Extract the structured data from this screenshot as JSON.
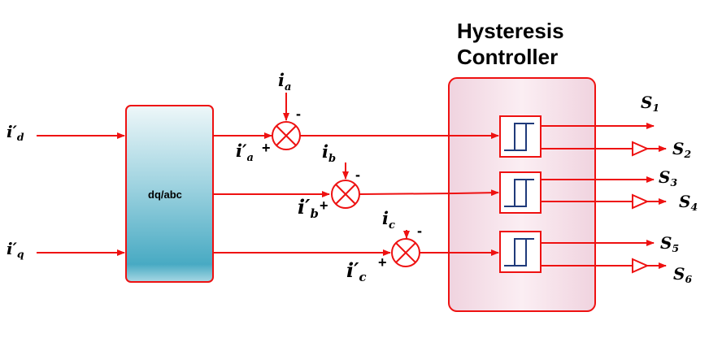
{
  "controller": {
    "title_line1": "Hysteresis",
    "title_line2": "Controller"
  },
  "transform": {
    "label": "dq/abc"
  },
  "inputs": {
    "id": {
      "sym": "i",
      "sub": "d"
    },
    "iq": {
      "sym": "i",
      "sub": "q"
    }
  },
  "references": [
    {
      "sym": "i",
      "sub": "a"
    },
    {
      "sym": "i",
      "sub": "b"
    },
    {
      "sym": "i",
      "sub": "c"
    }
  ],
  "primed": [
    {
      "sym": "i",
      "sub": "a"
    },
    {
      "sym": "i",
      "sub": "b"
    },
    {
      "sym": "i",
      "sub": "c"
    }
  ],
  "signs": {
    "plus": "+",
    "minus": "-"
  },
  "outputs": [
    {
      "sym": "S",
      "sub": "1"
    },
    {
      "sym": "S",
      "sub": "2"
    },
    {
      "sym": "S",
      "sub": "3"
    },
    {
      "sym": "S",
      "sub": "4"
    },
    {
      "sym": "S",
      "sub": "5"
    },
    {
      "sym": "S",
      "sub": "6"
    }
  ],
  "colors": {
    "wire": "#ee1111",
    "relay_line": "#1f3a7a",
    "controller_fill": "#f3dbe6",
    "transform_top": "#e8f4f7",
    "transform_bottom": "#4aaec5"
  }
}
